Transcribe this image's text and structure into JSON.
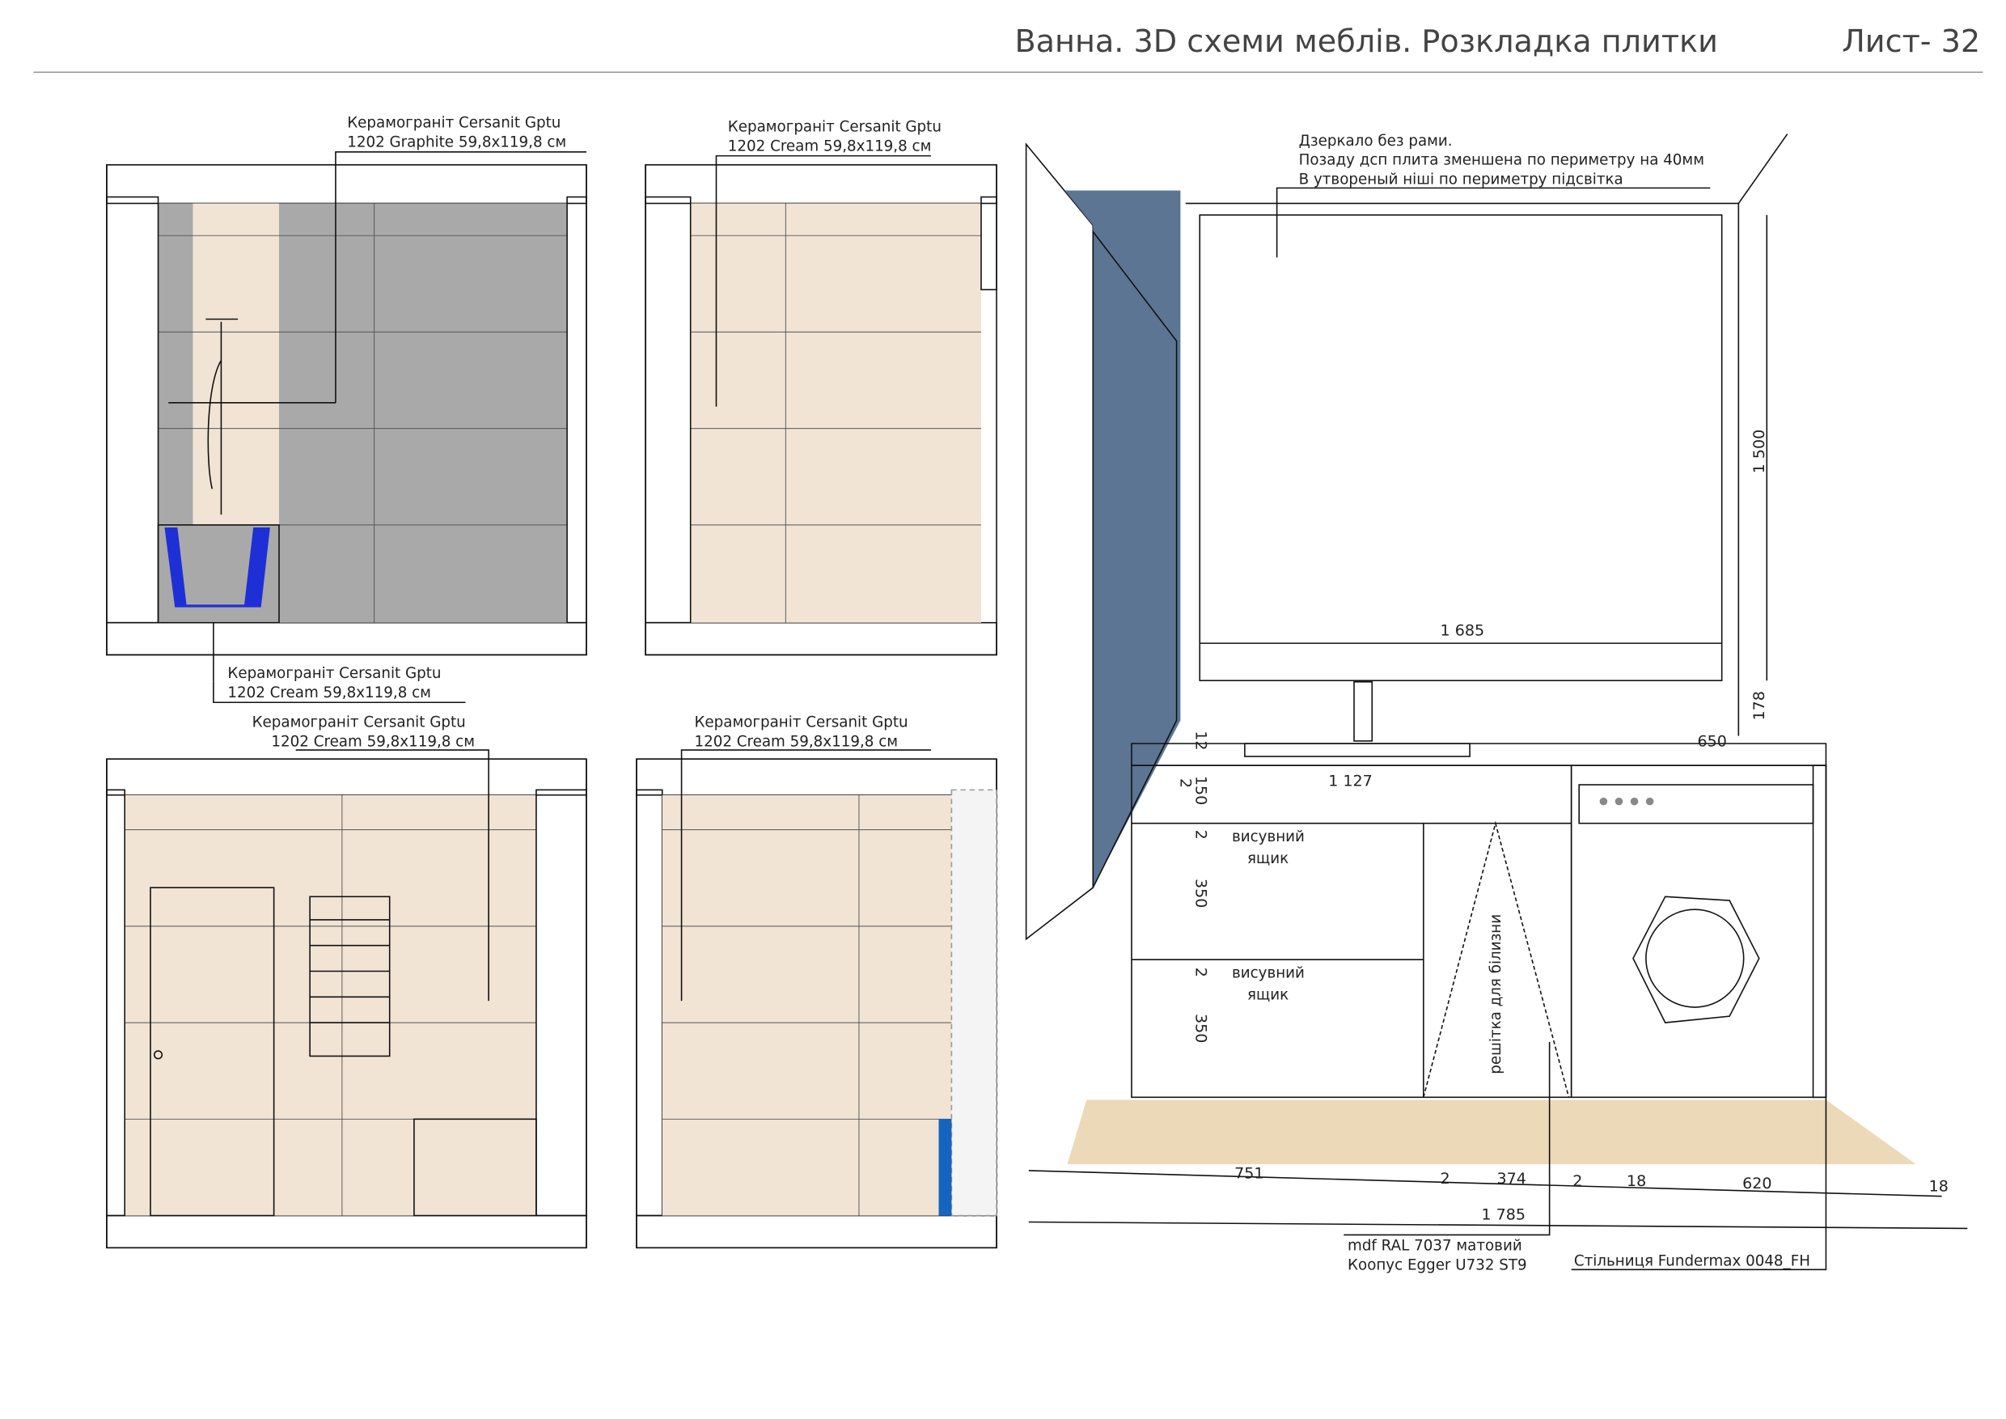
{
  "header": {
    "title": "Ванна. 3D схеми меблів. Розкладка плитки",
    "sheet": "Лист- 32"
  },
  "elevations": {
    "a": {
      "line1": "Керамограніт Cersanit Gptu",
      "line2": "1202 Graphite 59,8x119,8 см",
      "line3": "Керамограніт Cersanit Gptu",
      "line4": "1202 Cream 59,8x119,8 см"
    },
    "b": {
      "line1": "Керамограніт Cersanit Gptu",
      "line2": "1202 Cream 59,8x119,8 см"
    },
    "c": {
      "line1": "Керамограніт Cersanit Gptu",
      "line2": "1202 Cream 59,8x119,8 см"
    },
    "d": {
      "line1": "Керамограніт Cersanit Gptu",
      "line2": "1202 Cream 59,8x119,8 см"
    }
  },
  "view3d": {
    "mirror_note": [
      "Дзеркало без рами.",
      "Позаду дсп плита зменшена по периметру на 40мм",
      "В утвореный ніші по периметру підсвітка"
    ],
    "dims": {
      "mirror_w": "1 685",
      "mirror_h": "1 500",
      "gap": "178",
      "top": "12",
      "depth": "650",
      "sink_w": "1 127",
      "d2a": "2",
      "d150": "150",
      "d2b": "2",
      "d350a": "350",
      "d2c": "2",
      "d350b": "350",
      "w751": "751",
      "w2a": "2",
      "w374": "374",
      "w2b": "2",
      "w18a": "18",
      "w620": "620",
      "w18b": "18",
      "total": "1 785"
    },
    "drawer1": [
      "висувний",
      "ящик"
    ],
    "drawer2": [
      "висувний",
      "ящик"
    ],
    "laundry": "решітка для білизни",
    "body_note": [
      "mdf RAL 7037 матовий",
      "Коопус Egger U732 ST9"
    ],
    "top_note": "Стільниця Fundermax 0048_FH"
  },
  "colors": {
    "graphite": "#a9a9a9",
    "cream": "#f1e4d5",
    "mirror": "#dfe9d8",
    "floor": "#ecd9b8",
    "cabinet": "#c8c5c0",
    "glass": "#a6bfd9",
    "glass_dark": "#5b7593",
    "bath": "#1f2fd6"
  }
}
